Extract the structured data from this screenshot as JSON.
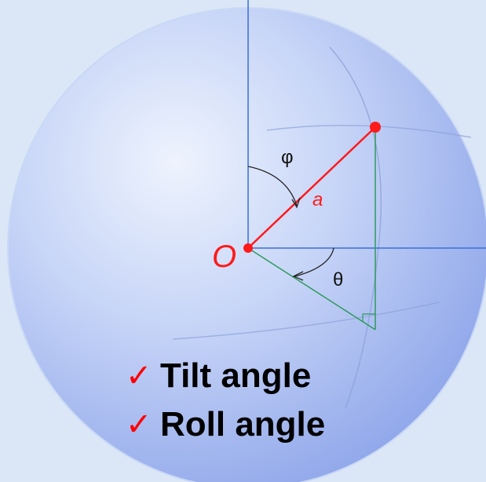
{
  "diagram": {
    "origin_label": "O",
    "vector_label": "a",
    "phi_label": "φ",
    "theta_label": "θ"
  },
  "checklist": [
    {
      "icon": "check-icon",
      "label": "Tilt angle"
    },
    {
      "icon": "check-icon",
      "label": "Roll angle"
    }
  ],
  "colors": {
    "background": "#dbe7f7",
    "sphere": "#a9bdf2",
    "axes": "#3a6fd8",
    "vector": "#ff1a1a",
    "projection": "#2e9a5c",
    "check_mark": "#ff0000",
    "text": "#000000"
  }
}
